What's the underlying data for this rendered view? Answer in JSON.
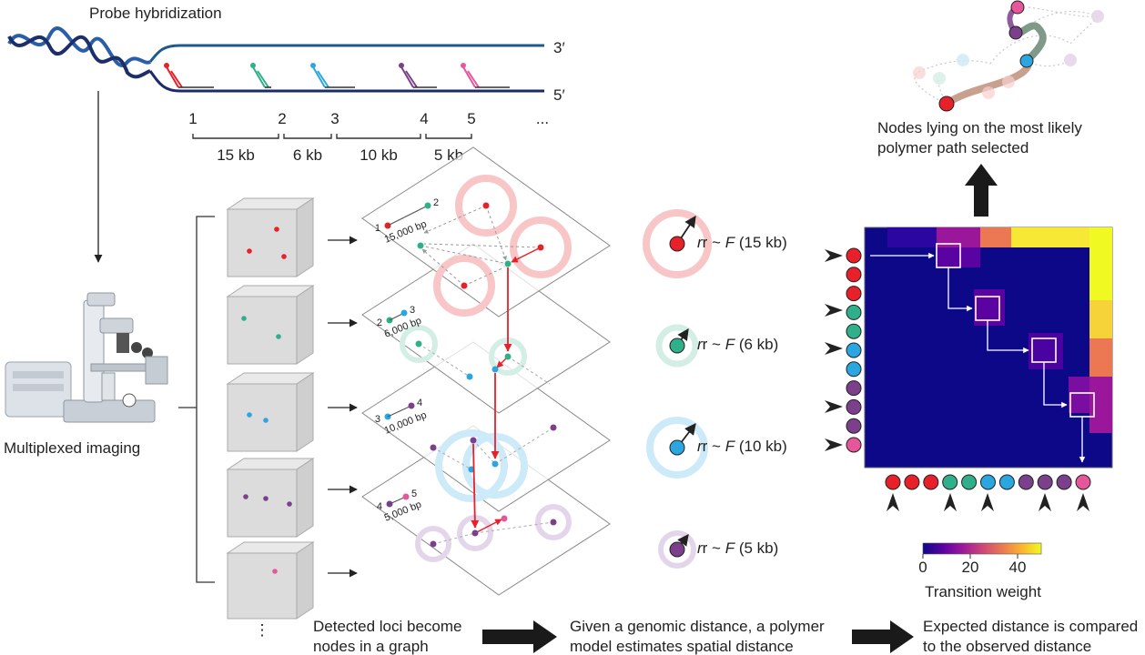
{
  "labels": {
    "probe_hybridization": "Probe hybridization",
    "three_prime": "3′",
    "five_prime": "5′",
    "multiplexed_imaging": "Multiplexed imaging",
    "ellipsis": "...",
    "vdots": "⋮",
    "nodes_selected_1": "Nodes lying on the most likely",
    "nodes_selected_2": "polymer path selected",
    "caption1_1": "Detected loci become",
    "caption1_2": "nodes in a graph",
    "caption2_1": "Given a genomic distance, a polymer",
    "caption2_2": "model estimates spatial distance",
    "caption3_1": "Expected distance is compared",
    "caption3_2": "to the observed distance"
  },
  "loci": [
    {
      "number": "1",
      "color": "#e8202a"
    },
    {
      "number": "2",
      "color": "#2fb08a"
    },
    {
      "number": "3",
      "color": "#2aa6e0"
    },
    {
      "number": "4",
      "color": "#7b3f8c"
    },
    {
      "number": "5",
      "color": "#e5569b"
    }
  ],
  "spacings": [
    "15 kb",
    "6 kb",
    "10 kb",
    "5 kb"
  ],
  "pair_labels": [
    {
      "a": "1",
      "b": "2",
      "bp": "15,000 bp"
    },
    {
      "a": "2",
      "b": "3",
      "bp": "6,000 bp"
    },
    {
      "a": "3",
      "b": "4",
      "bp": "10,000 bp"
    },
    {
      "a": "4",
      "b": "5",
      "bp": "5,000 bp"
    }
  ],
  "polymer_models": [
    {
      "prefix": "r ~ ",
      "f": "F",
      "arg": " (15 kb)",
      "color": "#e8202a",
      "ring": "#f8c6c6"
    },
    {
      "prefix": "r ~ ",
      "f": "F",
      "arg": " (6 kb)",
      "color": "#2fb08a",
      "ring": "#d3efe5"
    },
    {
      "prefix": "r ~ ",
      "f": "F",
      "arg": " (10 kb)",
      "color": "#2aa6e0",
      "ring": "#cdeaf8"
    },
    {
      "prefix": "r ~ ",
      "f": "F",
      "arg": " (5 kb)",
      "color": "#7b3f8c",
      "ring": "#e4d6ea"
    }
  ],
  "colorbar": {
    "label": "Transition weight",
    "ticks": [
      "0",
      "20",
      "40"
    ],
    "stops": [
      "#0d0887",
      "#5b02a3",
      "#9a179b",
      "#cb4678",
      "#eb7852",
      "#fbb32f",
      "#f0f921"
    ]
  },
  "matrix_nodes": [
    "#e8202a",
    "#e8202a",
    "#e8202a",
    "#2fb08a",
    "#2fb08a",
    "#2aa6e0",
    "#2aa6e0",
    "#7b3f8c",
    "#7b3f8c",
    "#7b3f8c",
    "#e5569b"
  ]
}
